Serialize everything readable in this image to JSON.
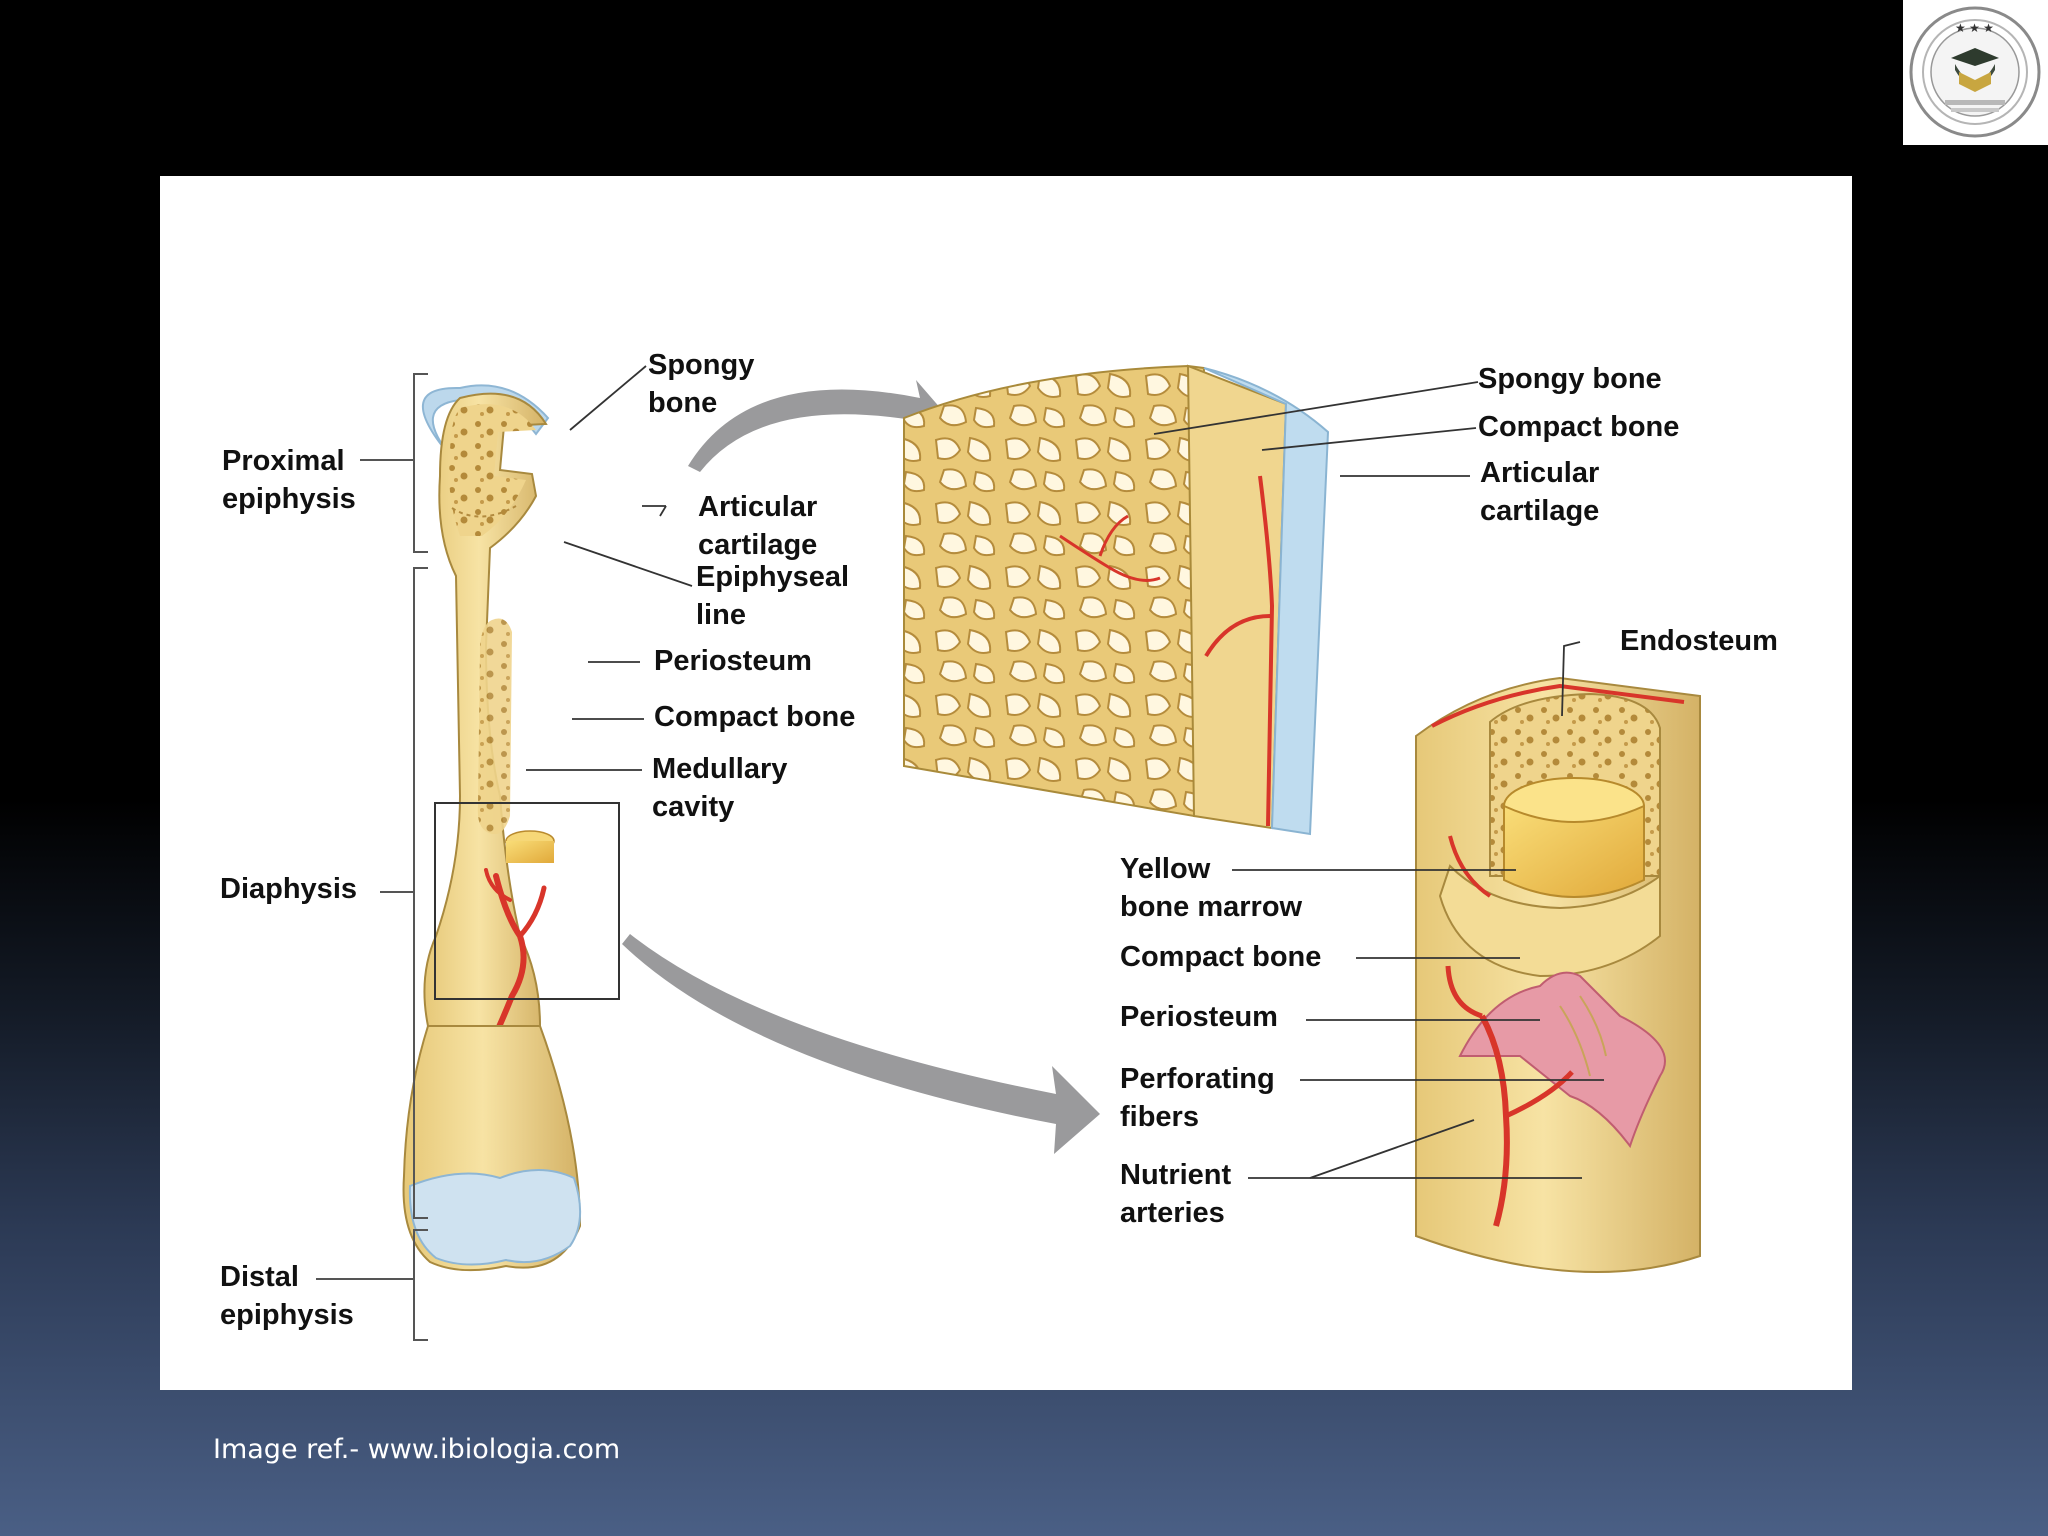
{
  "slide": {
    "image_ref": "Image ref.- www.ibiologia.com",
    "logo_icon": "institution-seal-icon"
  },
  "labels": {
    "proximal_epiphysis": "Proximal\nepiphysis",
    "diaphysis": "Diaphysis",
    "distal_epiphysis": "Distal\nepiphysis",
    "spongy_bone": "Spongy\nbone",
    "articular_cartilage": "Articular\ncartilage",
    "epiphyseal_line": "Epiphyseal\nline",
    "periosteum": "Periosteum",
    "compact_bone": "Compact bone",
    "medullary_cavity": "Medullary\ncavity",
    "inset_spongy_bone": "Spongy bone",
    "inset_compact_bone": "Compact bone",
    "inset_articular_cartilage": "Articular\ncartilage",
    "endosteum": "Endosteum",
    "yellow_bone_marrow": "Yellow\nbone marrow",
    "shaft_compact_bone": "Compact bone",
    "shaft_periosteum": "Periosteum",
    "perforating_fibers": "Perforating\nfibers",
    "nutrient_arteries": "Nutrient\narteries"
  },
  "colors": {
    "bone": "#f1d98f",
    "bone_dark": "#cfa94e",
    "cartilage": "#bcd8ec",
    "artery": "#d8352a",
    "periosteum": "#e79aa6",
    "arrow": "#9a9a9c"
  }
}
